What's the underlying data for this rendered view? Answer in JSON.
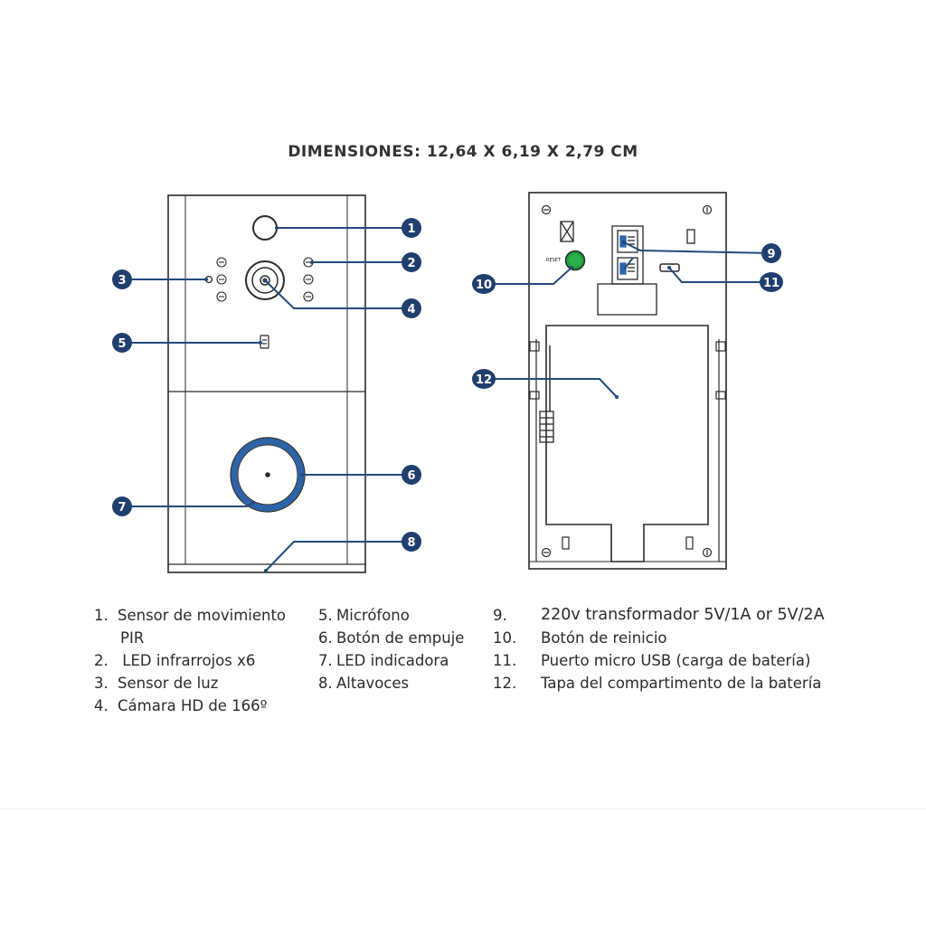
{
  "title": "DIMENSIONES: 12,64 X 6,19 X 2,79 CM",
  "reset_label": "RESET",
  "colors": {
    "callout": "#1f3f6e",
    "leader": "#234a7a",
    "ring": "#2d63a8",
    "reset_button": "#1e9a3c",
    "outline": "#2a2a2a"
  },
  "callouts": [
    "1",
    "2",
    "3",
    "4",
    "5",
    "6",
    "7",
    "8",
    "9",
    "10",
    "11",
    "12"
  ],
  "legend": {
    "col1": [
      {
        "n": "1.",
        "t": "Sensor de movimiento"
      },
      {
        "n": "",
        "t": "PIR"
      },
      {
        "n": "2.",
        "t": " LED infrarrojos x6"
      },
      {
        "n": "3.",
        "t": "Sensor de luz"
      },
      {
        "n": "4.",
        "t": "Cámara HD de 166º"
      }
    ],
    "col2": [
      {
        "n": "5.",
        "t": "Micrófono"
      },
      {
        "n": "6.",
        "t": "Botón de empuje"
      },
      {
        "n": "7.",
        "t": "LED indicadora"
      },
      {
        "n": "8.",
        "t": "Altavoces"
      }
    ],
    "col3": [
      {
        "n": "9.",
        "t": "220v transformador 5V/1A or 5V/2A"
      },
      {
        "n": "10.",
        "t": "Botón de reinicio"
      },
      {
        "n": "11.",
        "t": "Puerto micro USB (carga de batería)"
      },
      {
        "n": "12.",
        "t": "Tapa del compartimento de la batería"
      }
    ]
  }
}
